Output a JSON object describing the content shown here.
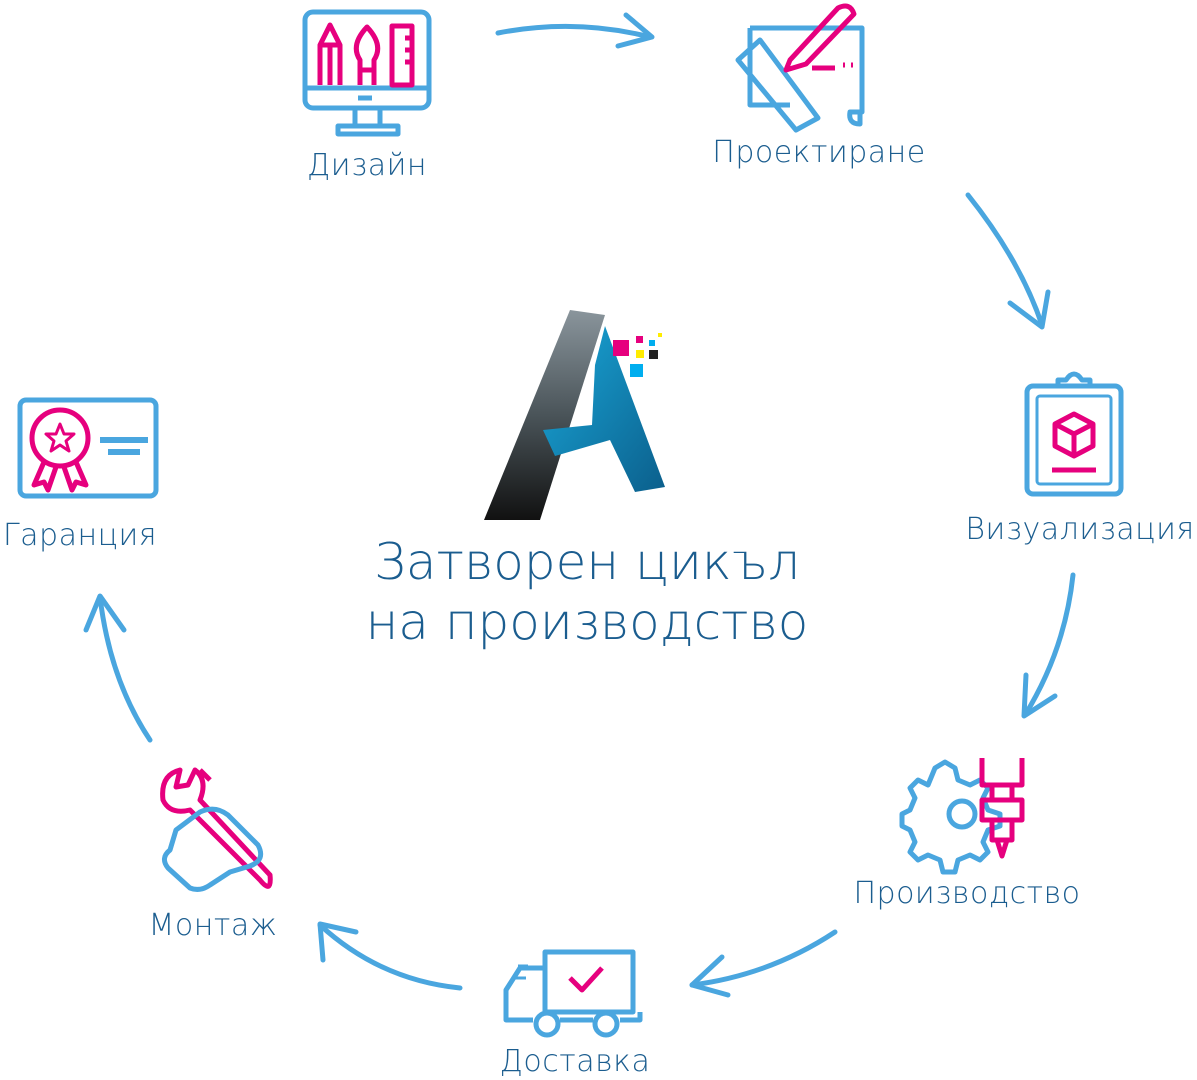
{
  "title": {
    "line1": "Затворен цикъл",
    "line2": "на производство"
  },
  "steps": [
    {
      "label": "Дизайн",
      "icon": "monitor-design-tools-icon"
    },
    {
      "label": "Проектиране",
      "icon": "blueprint-pencil-ruler-icon"
    },
    {
      "label": "Визуализация",
      "icon": "clipboard-cube-icon"
    },
    {
      "label": "Производство",
      "icon": "gear-cnc-icon"
    },
    {
      "label": "Доставка",
      "icon": "delivery-truck-icon"
    },
    {
      "label": "Монтаж",
      "icon": "hand-wrench-icon"
    },
    {
      "label": "Гаранция",
      "icon": "certificate-award-icon"
    }
  ],
  "colors": {
    "blue": "#4aa6df",
    "pink": "#e6007e",
    "text": "#1b5d8f"
  }
}
